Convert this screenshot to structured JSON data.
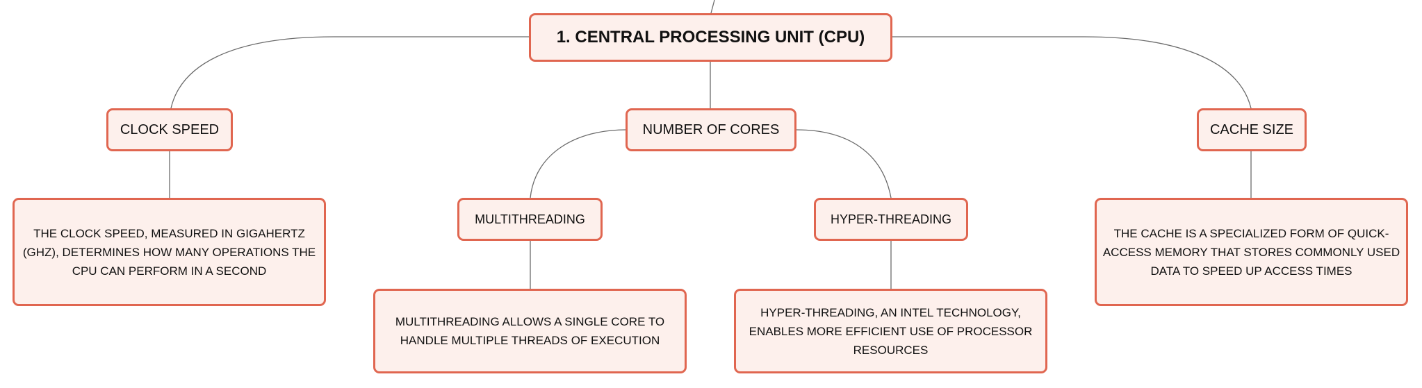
{
  "diagram": {
    "root": {
      "label": "1. CENTRAL PROCESSING UNIT (CPU)"
    },
    "nodes": {
      "clock_speed": {
        "label": "CLOCK SPEED"
      },
      "number_of_cores": {
        "label": "NUMBER OF CORES"
      },
      "cache_size": {
        "label": "CACHE SIZE"
      },
      "multithreading": {
        "label": "MULTITHREADING"
      },
      "hyper_threading": {
        "label": "HYPER-THREADING"
      }
    },
    "details": {
      "clock_speed": "THE CLOCK SPEED, MEASURED IN GIGAHERTZ (GHZ), DETERMINES HOW MANY OPERATIONS THE CPU CAN PERFORM IN A SECOND",
      "cache_size": "THE CACHE IS A SPECIALIZED FORM OF QUICK-ACCESS MEMORY THAT STORES COMMONLY USED DATA TO SPEED UP ACCESS TIMES",
      "multithreading": "MULTITHREADING ALLOWS A SINGLE CORE TO HANDLE MULTIPLE THREADS OF EXECUTION",
      "hyper_threading": "HYPER-THREADING, AN INTEL TECHNOLOGY, ENABLES MORE EFFICIENT USE OF PROCESSOR RESOURCES"
    },
    "colors": {
      "node_border": "#e06650",
      "node_fill": "#fdf0ec",
      "connector": "#6b6b6b",
      "text": "#111111"
    }
  }
}
